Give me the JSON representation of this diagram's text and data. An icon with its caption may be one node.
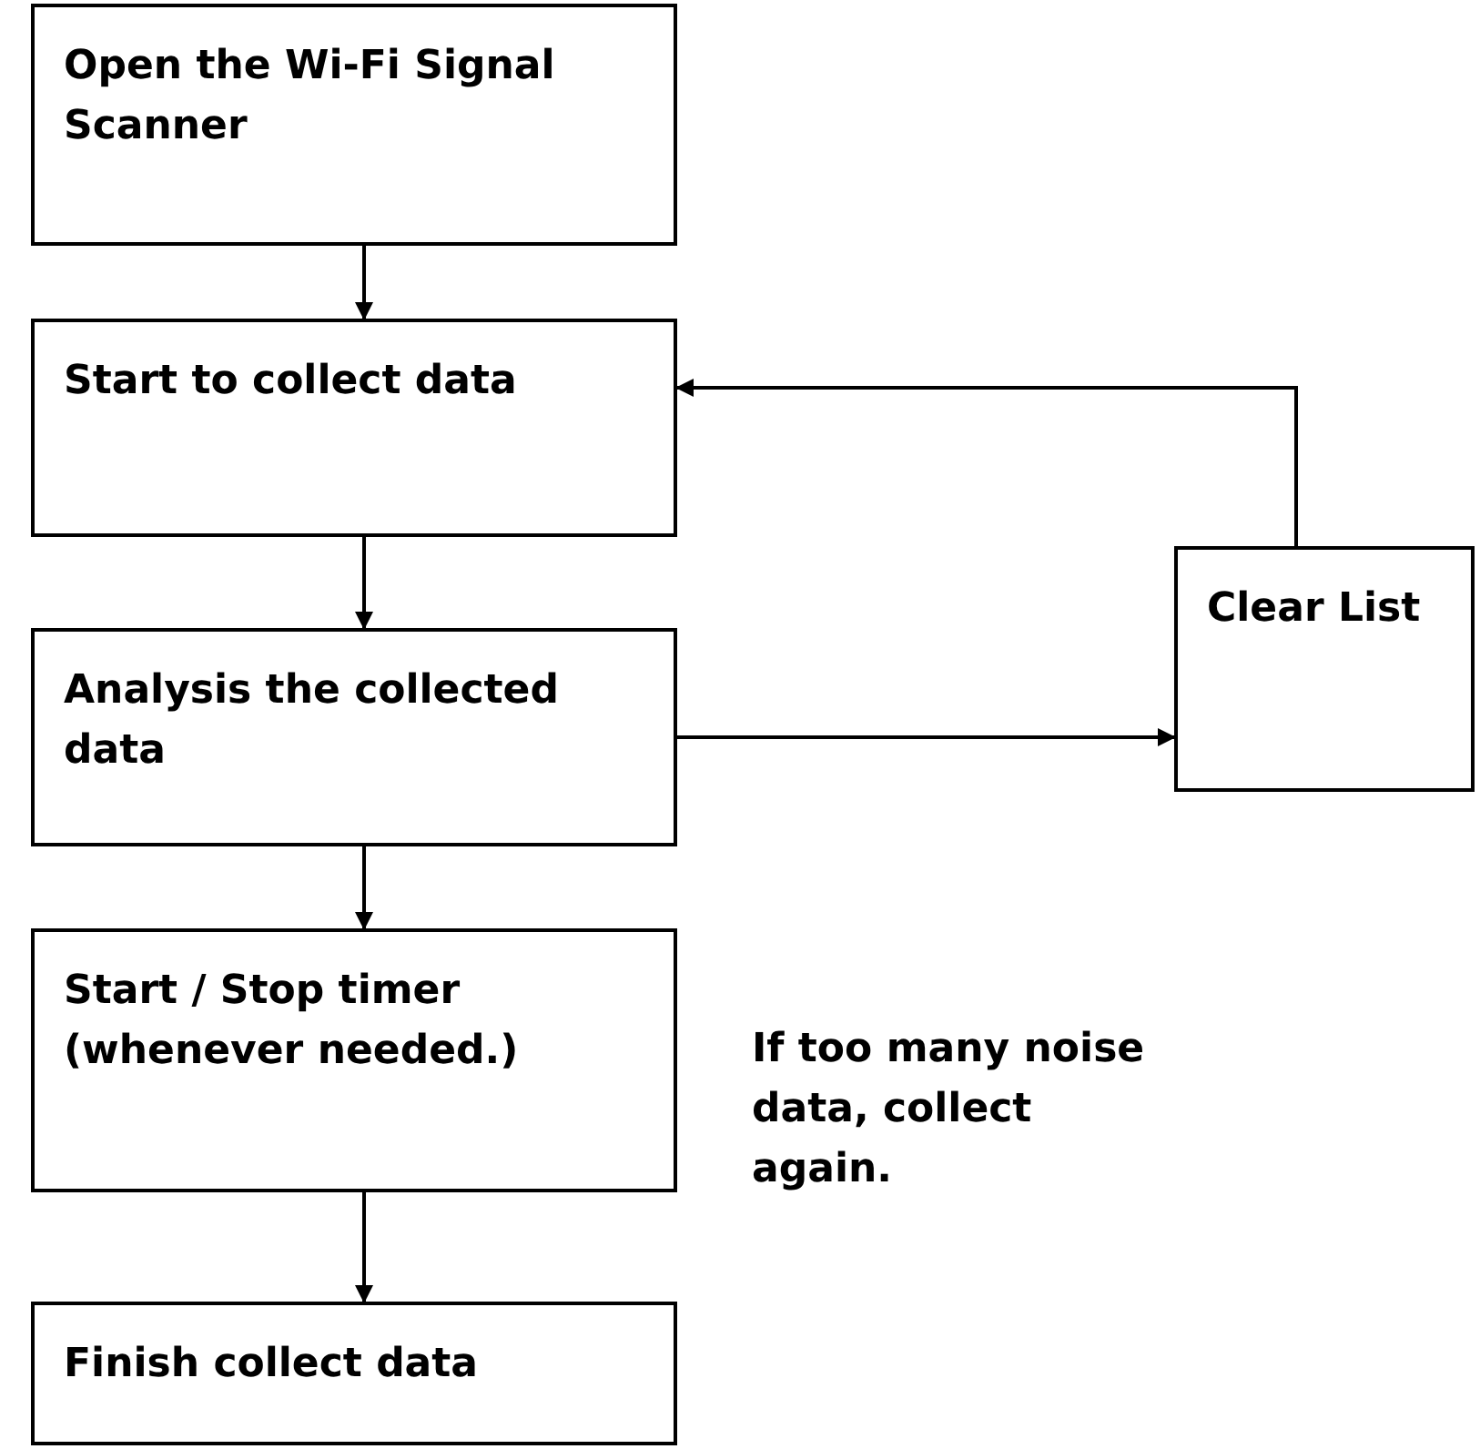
{
  "diagram": {
    "nodes": [
      {
        "text": [
          "Open the Wi-Fi Signal Scanner"
        ]
      },
      {
        "text": [
          "Start to collect data"
        ]
      },
      {
        "text": [
          "Analysis the collected data"
        ]
      },
      {
        "text": [
          "Start / Stop timer (whenever needed.)"
        ]
      },
      {
        "text": [
          "Finish collect data"
        ]
      },
      {
        "text": [
          "Clear List"
        ]
      }
    ],
    "edges": [
      {
        "from": 0,
        "to": 1,
        "arrow": "to"
      },
      {
        "from": 1,
        "to": 2,
        "arrow": "to"
      },
      {
        "from": 2,
        "to": 3,
        "arrow": "to"
      },
      {
        "from": 3,
        "to": 4,
        "arrow": "to"
      },
      {
        "from": 2,
        "to": 5,
        "arrow": "to"
      },
      {
        "from": 5,
        "to": 1,
        "arrow": "to"
      }
    ],
    "labels": [
      "If too many noise data, collect again."
    ]
  }
}
